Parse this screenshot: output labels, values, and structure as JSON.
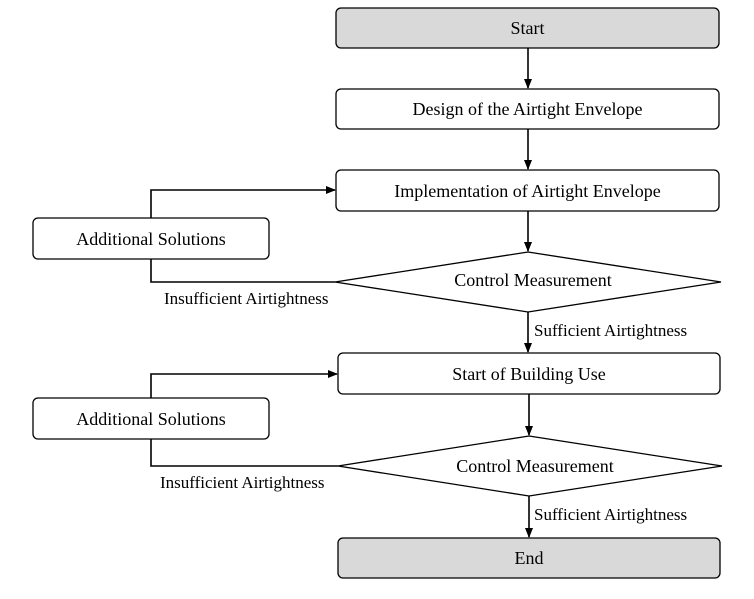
{
  "colors": {
    "terminal_fill": "#d9d9d9",
    "process_fill": "#ffffff",
    "stroke": "#000000"
  },
  "nodes": {
    "start": "Start",
    "design": "Design of the Airtight Envelope",
    "implementation": "Implementation of Airtight Envelope",
    "additional_1": "Additional Solutions",
    "control_1": "Control Measurement",
    "building_use": "Start of Building Use",
    "additional_2": "Additional Solutions",
    "control_2": "Control Measurement",
    "end": "End"
  },
  "edge_labels": {
    "insufficient_1": "Insufficient Airtightness",
    "sufficient_1": "Sufficient Airtightness",
    "insufficient_2": "Insufficient Airtightness",
    "sufficient_2": "Sufficient Airtightness"
  }
}
